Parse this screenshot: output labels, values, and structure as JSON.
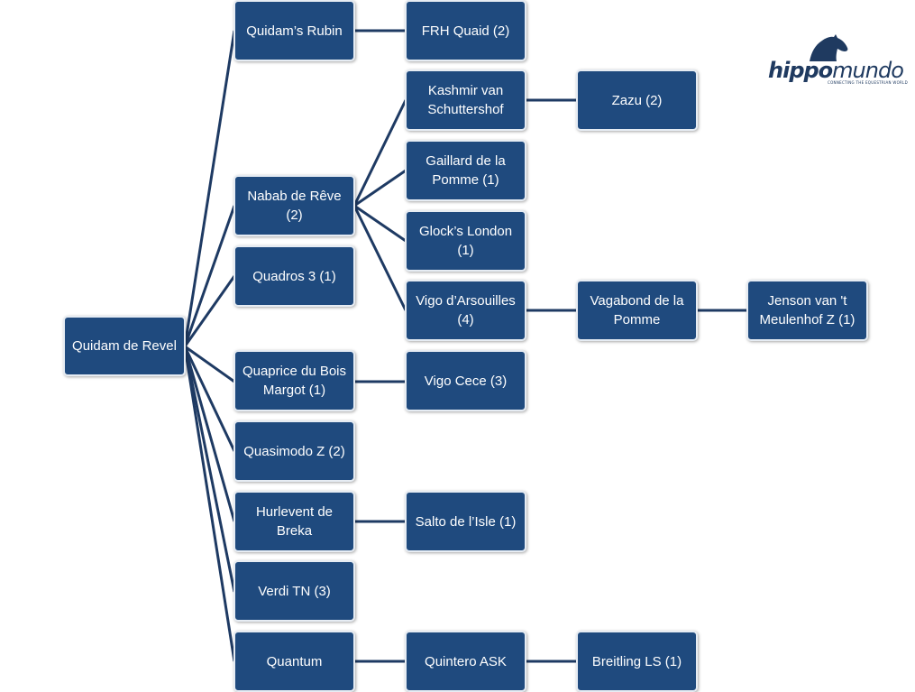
{
  "logo": {
    "word_part1": "hippo",
    "word_part2": "mundo",
    "tagline": "CONNECTING THE EQUESTRIAN WORLD",
    "icon": "horse-head-icon"
  },
  "colors": {
    "node_fill": "#1f4a7e",
    "node_border": "#e6ecf3",
    "link": "#1e3a63"
  },
  "tree": {
    "root": "Quidam de Revel",
    "nodes": [
      {
        "id": "quidams-rubin",
        "label": "Quidam’s Rubin",
        "parent": "root"
      },
      {
        "id": "frh-quaid",
        "label": "FRH Quaid (2)",
        "parent": "quidams-rubin"
      },
      {
        "id": "nabab-de-reve",
        "label": "Nabab de Rêve (2)",
        "parent": "root"
      },
      {
        "id": "kashmir",
        "label": "Kashmir  van Schuttershof",
        "parent": "nabab-de-reve"
      },
      {
        "id": "zazu",
        "label": "Zazu (2)",
        "parent": "kashmir"
      },
      {
        "id": "gaillard",
        "label": "Gaillard de la Pomme (1)",
        "parent": "nabab-de-reve"
      },
      {
        "id": "glocks-london",
        "label": "Glock’s London (1)",
        "parent": "nabab-de-reve"
      },
      {
        "id": "vigo-darsouilles",
        "label": "Vigo d’Arsouilles (4)",
        "parent": "nabab-de-reve"
      },
      {
        "id": "vagabond",
        "label": "Vagabond de la Pomme",
        "parent": "vigo-darsouilles"
      },
      {
        "id": "jenson",
        "label": "Jenson van 't Meulenhof Z  (1)",
        "parent": "vagabond"
      },
      {
        "id": "quadros-3",
        "label": "Quadros 3 (1)",
        "parent": "root"
      },
      {
        "id": "quaprice",
        "label": "Quaprice du Bois Margot (1)",
        "parent": "root"
      },
      {
        "id": "vigo-cece",
        "label": "Vigo Cece (3)",
        "parent": "quaprice"
      },
      {
        "id": "quasimodo-z",
        "label": "Quasimodo Z (2)",
        "parent": "root"
      },
      {
        "id": "hurlevent",
        "label": "Hurlevent de Breka",
        "parent": "root"
      },
      {
        "id": "salto",
        "label": "Salto de l’Isle (1)",
        "parent": "hurlevent"
      },
      {
        "id": "verdi-tn",
        "label": "Verdi TN (3)",
        "parent": "root"
      },
      {
        "id": "quantum",
        "label": "Quantum",
        "parent": "root"
      },
      {
        "id": "quintero",
        "label": "Quintero ASK",
        "parent": "quantum"
      },
      {
        "id": "breitling",
        "label": "Breitling LS (1)",
        "parent": "quintero"
      }
    ]
  }
}
